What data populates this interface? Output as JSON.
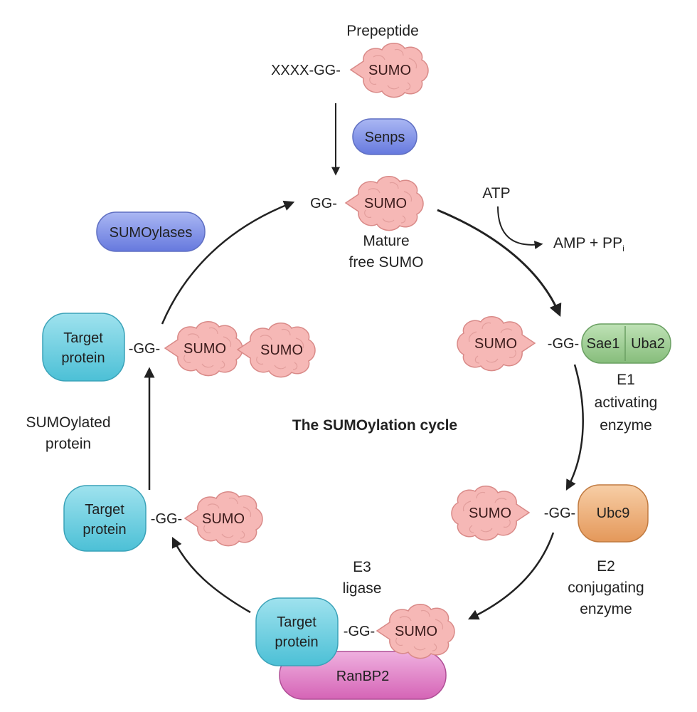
{
  "title": "The SUMOylation cycle",
  "colors": {
    "sumo_fill": "#f6b8b6",
    "sumo_stroke": "#d98a88",
    "senps": "#7b8fe6",
    "e1": "#9fcf95",
    "e2": "#f0b27a",
    "target": "#6fd0e0",
    "ranbp2": "#e07fc5",
    "arrow": "#222222"
  },
  "prepeptide": {
    "label": "Prepeptide",
    "prefix": "XXXX-GG-",
    "sumo": "SUMO"
  },
  "senps": {
    "label": "Senps"
  },
  "sumoylases": {
    "label": "SUMOylases"
  },
  "mature": {
    "prefix": "GG-",
    "sumo": "SUMO",
    "label_line1": "Mature",
    "label_line2": "free SUMO"
  },
  "atp": {
    "atp": "ATP",
    "amp": "AMP + PP",
    "amp_sub": "i"
  },
  "e1": {
    "sumo": "SUMO",
    "linker": "-GG-",
    "sae1": "Sae1",
    "uba2": "Uba2",
    "label_line1": "E1",
    "label_line2": "activating",
    "label_line3": "enzyme"
  },
  "e2": {
    "sumo": "SUMO",
    "linker": "-GG-",
    "enzyme": "Ubc9",
    "label_line1": "E2",
    "label_line2": "conjugating",
    "label_line3": "enzyme"
  },
  "e3": {
    "label_line1": "E3",
    "label_line2": "ligase",
    "target_line1": "Target",
    "target_line2": "protein",
    "linker": "-GG-",
    "sumo": "SUMO",
    "ranbp2": "RanBP2"
  },
  "sumoylated": {
    "target_line1": "Target",
    "target_line2": "protein",
    "linker": "-GG-",
    "sumo": "SUMO"
  },
  "multi": {
    "target_line1": "Target",
    "target_line2": "protein",
    "linker": "-GG-",
    "sumo1": "SUMO",
    "sumo2": "SUMO"
  },
  "sumoylated_label": {
    "line1": "SUMOylated",
    "line2": "protein"
  }
}
